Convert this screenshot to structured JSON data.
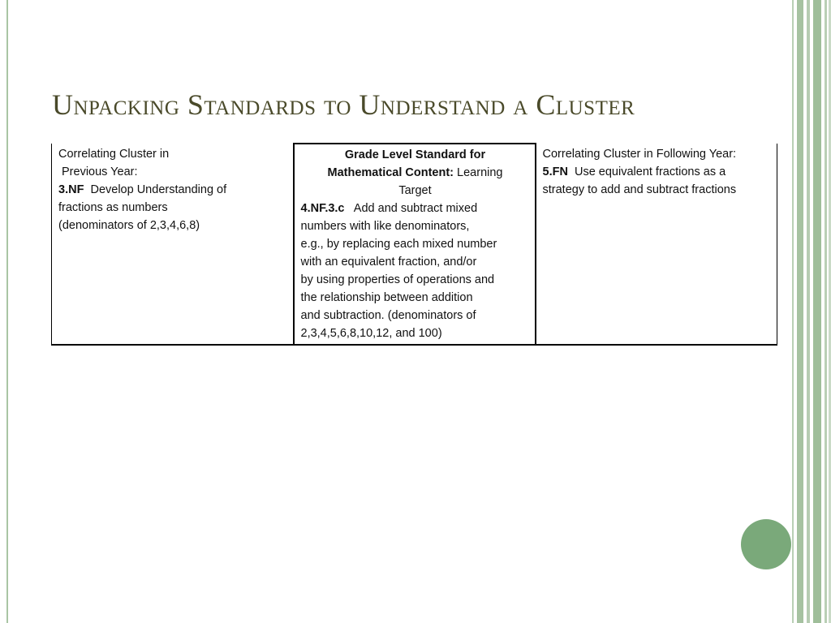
{
  "slide": {
    "title": "Unpacking Standards to Understand a Cluster"
  },
  "table": {
    "col_previous": {
      "line1": "Correlating Cluster in",
      "line2": "Previous Year:",
      "code": "3.NF",
      "text_line1": "Develop Understanding of",
      "text_line2": "fractions as numbers",
      "text_line3": "(denominators of 2,3,4,6,8)"
    },
    "col_current": {
      "heading_line1": "Grade Level Standard for",
      "heading_bold2": "Mathematical Content:",
      "heading_rest2": "Learning",
      "heading_line3": "Target",
      "code": "4.NF.3.c",
      "text_line1": "Add and subtract mixed",
      "text_line2": "numbers with like denominators,",
      "text_line3": "e.g., by replacing each mixed number",
      "text_line4": "with an equivalent fraction, and/or",
      "text_line5": "by using properties of operations and",
      "text_line6": "the relationship between addition",
      "text_line7": "and subtraction. (denominators of",
      "text_line8": "2,3,4,5,6,8,10,12,  and 100)"
    },
    "col_following": {
      "line1": "Correlating Cluster in Following Year:",
      "code": "5.FN",
      "text_line1": "Use equivalent fractions as a",
      "text_line2": "strategy to add and subtract fractions"
    }
  },
  "theme": {
    "accent": "#7aa97a",
    "stripe": "#a6c2a1",
    "title_color": "#4a4a2a"
  }
}
